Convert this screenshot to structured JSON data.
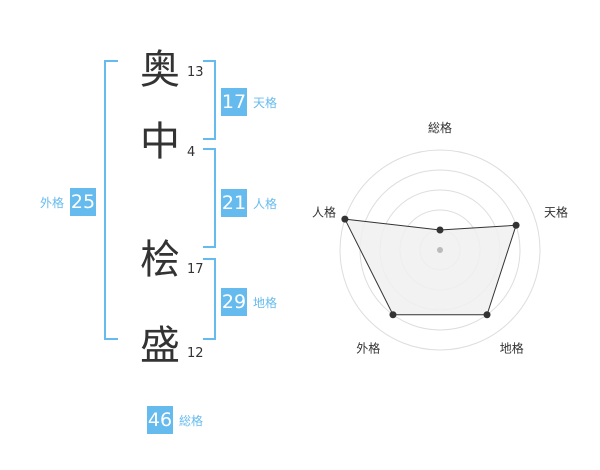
{
  "name_chars": [
    {
      "char": "奥",
      "strokes": "13"
    },
    {
      "char": "中",
      "strokes": "4"
    },
    {
      "char": "桧",
      "strokes": "17"
    },
    {
      "char": "盛",
      "strokes": "12"
    }
  ],
  "scores": {
    "tenkaku": {
      "value": "17",
      "label": "天格"
    },
    "jinkaku": {
      "value": "21",
      "label": "人格"
    },
    "chikaku": {
      "value": "29",
      "label": "地格"
    },
    "gaikaku": {
      "value": "25",
      "label": "外格"
    },
    "soukaku": {
      "value": "46",
      "label": "総格"
    }
  },
  "chart_data": {
    "type": "radar",
    "axes": [
      "総格",
      "天格",
      "地格",
      "外格",
      "人格"
    ],
    "values": [
      1,
      4,
      4,
      4,
      5
    ],
    "max": 5,
    "rings": 5
  },
  "colors": {
    "accent": "#66bbee",
    "text": "#333333",
    "grid": "#dddddd",
    "fill": "#f0f0f0"
  }
}
